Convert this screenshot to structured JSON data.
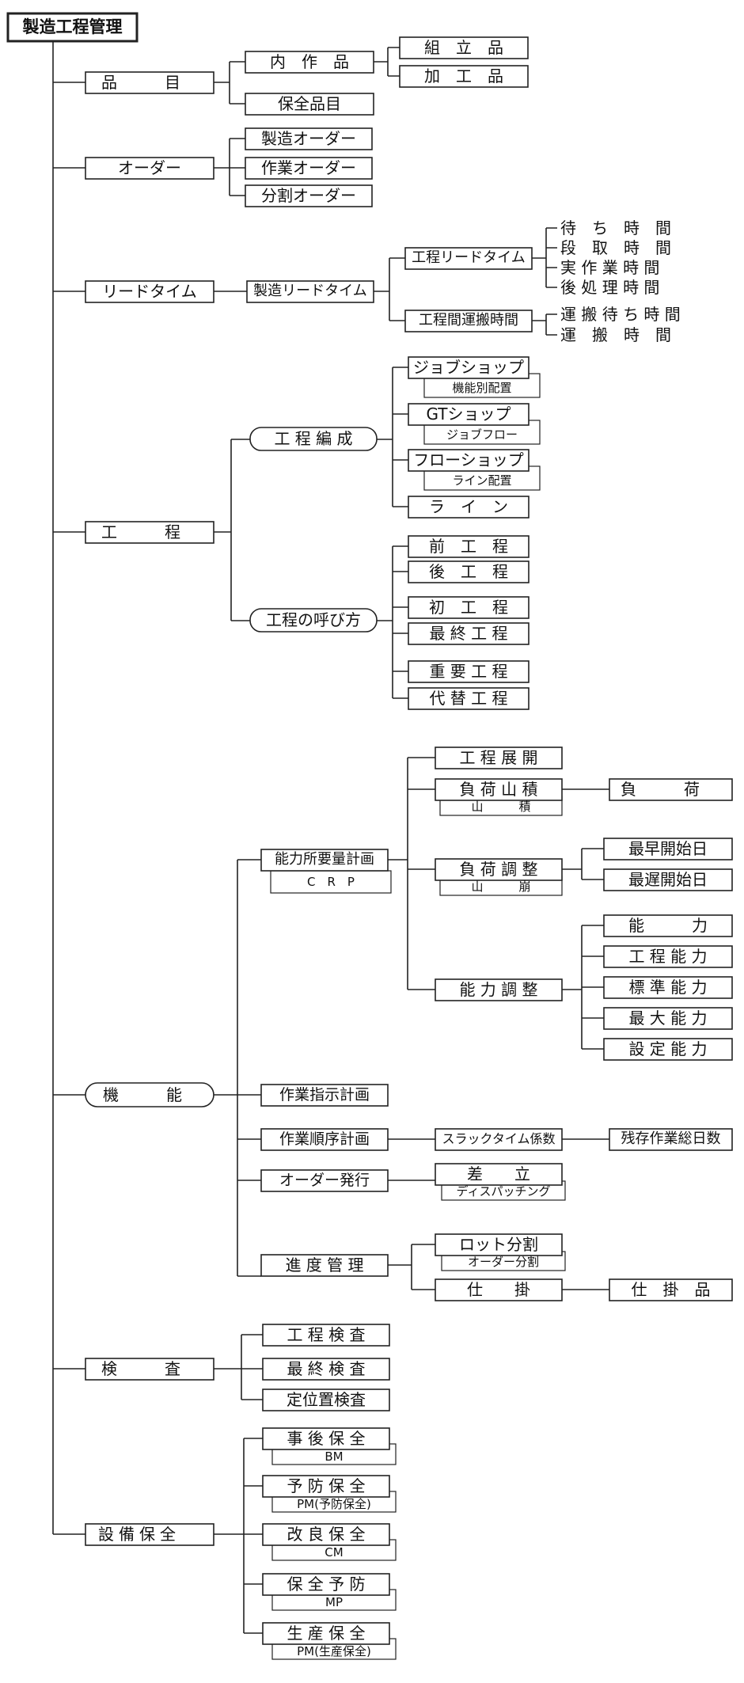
{
  "title": "製造工程管理",
  "categories": {
    "hinmoku": "品　　　目",
    "order": "オーダー",
    "leadtime": "リードタイム",
    "koutei": "工　　　程",
    "kinou": "機　　　能",
    "kensa": "検　　　査",
    "setsubi": "設備保全"
  },
  "hinmoku": {
    "naisaku": "内　作　品",
    "kumitate": "組　立　品",
    "kakou": "加　工　品",
    "hozen": "保全品目"
  },
  "order": {
    "seizou": "製造オーダー",
    "sagyou": "作業オーダー",
    "bunkatsu": "分割オーダー"
  },
  "leadtime": {
    "seizou_lt": "製造リードタイム",
    "koutei_lt": "工程リードタイム",
    "unpan": "工程間運搬時間",
    "leaves1": [
      "待　ち　時　間",
      "段　取　時　間",
      "実 作 業 時 間",
      "後 処 理 時 間"
    ],
    "leaves2": [
      "運 搬 待 ち 時 間",
      "運　搬　時　間"
    ]
  },
  "koutei": {
    "hensei": "工 程 編 成",
    "yobikata": "工程の呼び方",
    "job_shop": "ジョブショップ",
    "job_shop_sub": "機能別配置",
    "gt_shop": "GTショップ",
    "gt_shop_sub": "ジョブフロー",
    "flow_shop": "フローショップ",
    "flow_shop_sub": "ライン配置",
    "line": "ラ　イ　ン",
    "mae": "前　工　程",
    "ato": "後　工　程",
    "sho": "初　工　程",
    "saishu": "最 終 工 程",
    "juuyou": "重 要 工 程",
    "daitai": "代 替 工 程"
  },
  "kinou": {
    "crp": "能力所要量計画",
    "crp_sub": "C　R　P",
    "tenkai": "工 程 展 開",
    "fuka_yamazumi": "負 荷 山 積",
    "yamazumi_sub": "山　　　積",
    "fuka": "負　　　荷",
    "fuka_chousei": "負 荷 調 整",
    "yamakuzushi_sub": "山　　　崩",
    "saisou": "最早開始日",
    "saichi": "最遅開始日",
    "nouryoku_chousei": "能 力 調 整",
    "nouryoku_items": [
      "能　　　力",
      "工 程 能 力",
      "標 準 能 力",
      "最 大 能 力",
      "設 定 能 力"
    ],
    "shiji": "作業指示計画",
    "junjo": "作業順序計画",
    "slack": "スラックタイム係数",
    "zanson": "残存作業総日数",
    "hakkou": "オーダー発行",
    "sadachi": "差　　立",
    "dispatch_sub": "ディスパッチング",
    "shindo": "進 度 管 理",
    "lot": "ロット分割",
    "lot_sub": "オーダー分割",
    "shikake": "仕　　掛",
    "shikakehin": "仕　掛　品"
  },
  "kensa": {
    "items": [
      "工 程 検 査",
      "最 終 検 査",
      "定位置検査"
    ]
  },
  "setsubi": {
    "items": [
      {
        "label": "事 後 保 全",
        "sub": "BM"
      },
      {
        "label": "予 防 保 全",
        "sub": "PM(予防保全)"
      },
      {
        "label": "改 良 保 全",
        "sub": "CM"
      },
      {
        "label": "保 全 予 防",
        "sub": "MP"
      },
      {
        "label": "生 産 保 全",
        "sub": "PM(生産保全)"
      }
    ]
  }
}
